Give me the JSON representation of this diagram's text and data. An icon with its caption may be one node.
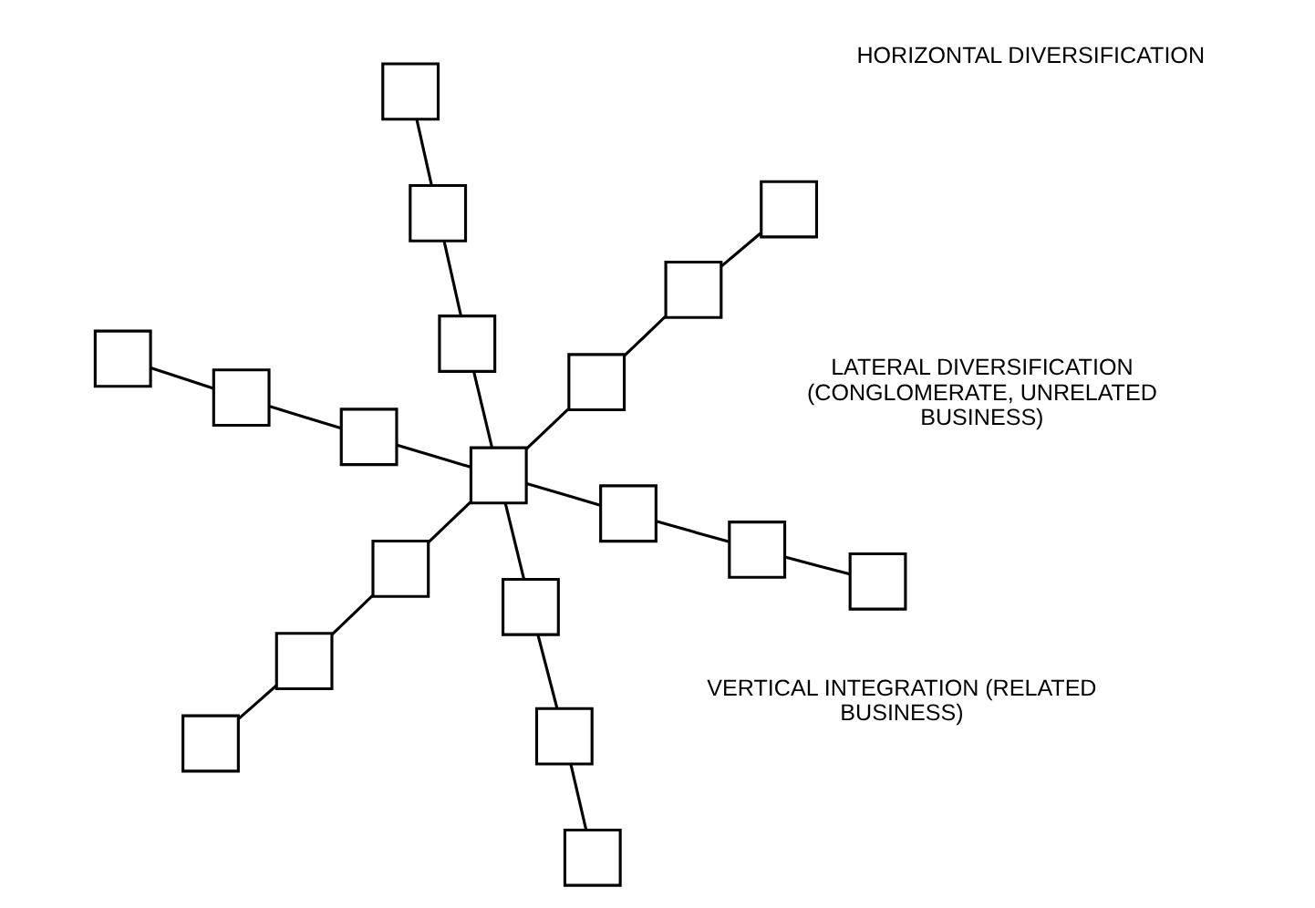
{
  "diagram": {
    "nodes": [
      {
        "text": [],
        "shape": "box"
      },
      {
        "text": [],
        "shape": "box"
      },
      {
        "text": [],
        "shape": "box"
      },
      {
        "text": [],
        "shape": "box"
      },
      {
        "text": [],
        "shape": "box"
      },
      {
        "text": [],
        "shape": "box"
      },
      {
        "text": [],
        "shape": "box"
      },
      {
        "text": [],
        "shape": "box"
      },
      {
        "text": [],
        "shape": "box"
      },
      {
        "text": [],
        "shape": "box"
      },
      {
        "text": [],
        "shape": "box"
      },
      {
        "text": [],
        "shape": "box"
      },
      {
        "text": [],
        "shape": "box"
      },
      {
        "text": [],
        "shape": "box"
      },
      {
        "text": [],
        "shape": "box"
      },
      {
        "text": [],
        "shape": "box"
      },
      {
        "text": [],
        "shape": "box"
      },
      {
        "text": [],
        "shape": "box"
      },
      {
        "text": [],
        "shape": "box"
      }
    ],
    "edges": [
      {
        "from": 0,
        "to": 1,
        "arrow": "none"
      },
      {
        "from": 1,
        "to": 2,
        "arrow": "none"
      },
      {
        "from": 2,
        "to": 9,
        "arrow": "none"
      },
      {
        "from": 3,
        "to": 4,
        "arrow": "none"
      },
      {
        "from": 4,
        "to": 5,
        "arrow": "none"
      },
      {
        "from": 5,
        "to": 9,
        "arrow": "none"
      },
      {
        "from": 6,
        "to": 7,
        "arrow": "none"
      },
      {
        "from": 7,
        "to": 8,
        "arrow": "none"
      },
      {
        "from": 8,
        "to": 9,
        "arrow": "none"
      },
      {
        "from": 9,
        "to": 10,
        "arrow": "none"
      },
      {
        "from": 10,
        "to": 11,
        "arrow": "none"
      },
      {
        "from": 11,
        "to": 12,
        "arrow": "none"
      },
      {
        "from": 9,
        "to": 13,
        "arrow": "none"
      },
      {
        "from": 13,
        "to": 14,
        "arrow": "none"
      },
      {
        "from": 14,
        "to": 15,
        "arrow": "none"
      },
      {
        "from": 9,
        "to": 16,
        "arrow": "none"
      },
      {
        "from": 16,
        "to": 17,
        "arrow": "none"
      },
      {
        "from": 17,
        "to": 18,
        "arrow": "none"
      }
    ],
    "labels": [
      "LATERAL DIVERSIFICATION (CONGLOMERATE, UNRELATED BUSINESS)",
      "HORIZONTAL DIVERSIFICATION",
      "VERTICAL INTEGRATION (RELATED BUSINESS)"
    ]
  }
}
